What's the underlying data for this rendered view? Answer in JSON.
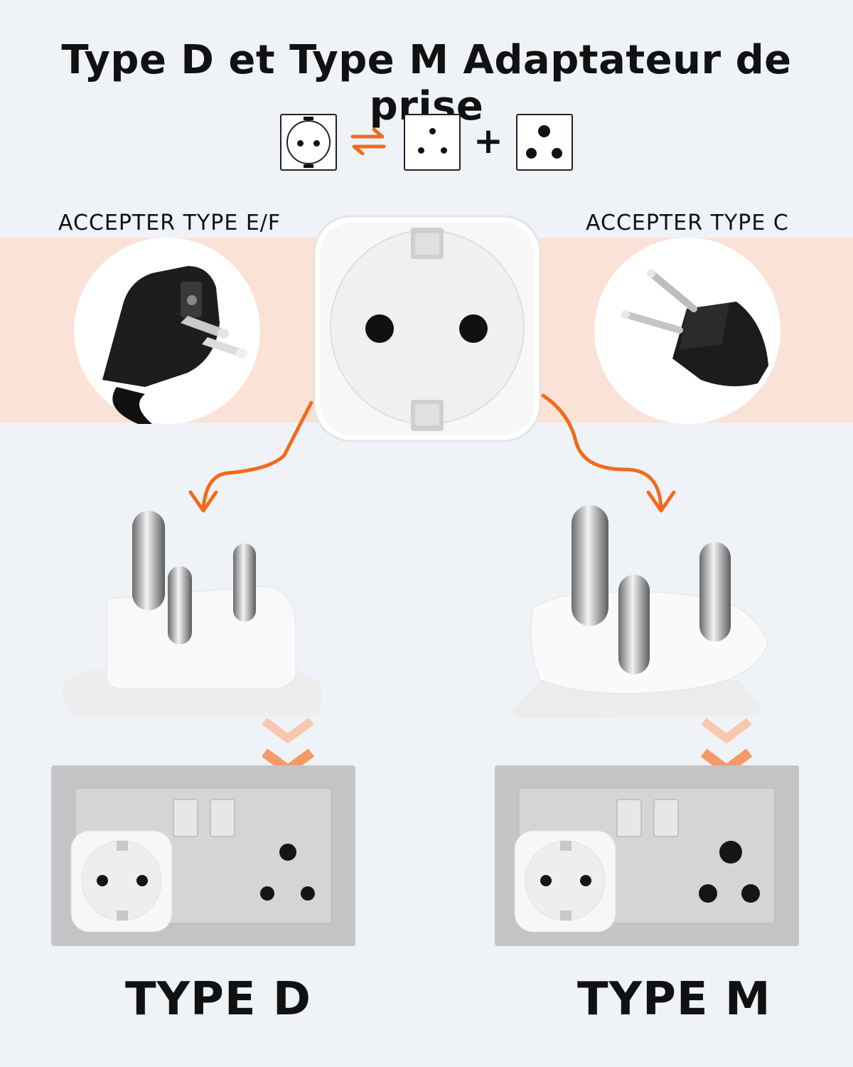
{
  "title": "Type D et Type M Adaptateur de prise",
  "compat_icons": {
    "input": "schuko-socket-icon",
    "swap": "swap-arrows-icon",
    "output_1": "type-d-socket-icon",
    "plus": "+",
    "output_2": "type-m-socket-icon"
  },
  "left_accept": {
    "label": "ACCEPTER TYPE E/F",
    "icon": "schuko-plug-icon"
  },
  "right_accept": {
    "label": "ACCEPTER TYPE C",
    "icon": "europlug-icon"
  },
  "outputs": [
    {
      "label": "TYPE D",
      "icon": "type-d-plug-icon"
    },
    {
      "label": "TYPE M",
      "icon": "type-m-plug-icon"
    }
  ],
  "colors": {
    "accent": "#f26a1b",
    "band": "#fbe2d6",
    "background": "#eff3f8"
  }
}
